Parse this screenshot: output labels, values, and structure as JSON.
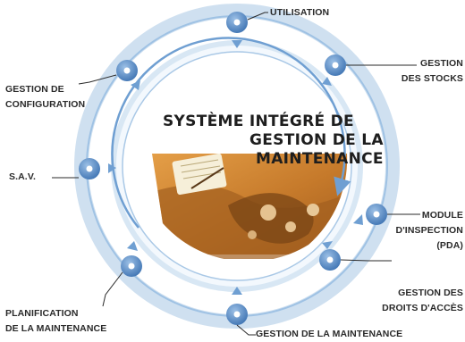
{
  "title": {
    "line1": "SYSTÈME INTÉGRÉ DE",
    "line2": "GESTION DE LA",
    "line3": "MAINTENANCE"
  },
  "modules": {
    "utilisation": "UTILISATION",
    "stocks": [
      "GESTION",
      "DES STOCKS"
    ],
    "inspection": [
      "MODULE",
      "D'INSPECTION",
      "(PDA)"
    ],
    "droits": [
      "GESTION DES",
      "DROITS D'ACCÈS"
    ],
    "maintenance": "GESTION DE LA MAINTENANCE",
    "planification": [
      "PLANIFICATION",
      "DE LA MAINTENANCE"
    ],
    "sav": "S.A.V.",
    "configuration": [
      "GESTION DE",
      "CONFIGURATION"
    ]
  },
  "colors": {
    "ring_outer": "#bcd6ec",
    "ring_inner": "#dbe9f6",
    "arrow": "#6f9fd2",
    "node_fill": "#5b8ec8",
    "node_center": "#ffffff",
    "image_brown": "#c27a2a",
    "image_orange": "#e9a648"
  }
}
